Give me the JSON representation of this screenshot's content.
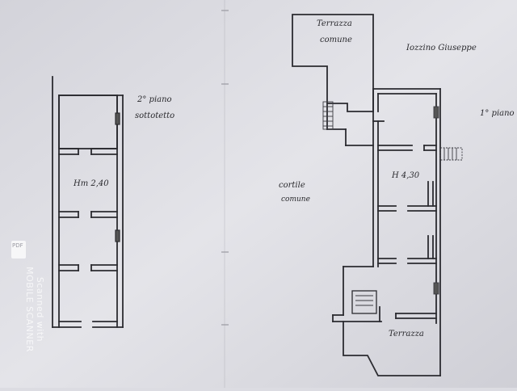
{
  "labels": {
    "terrace_top": "Terrazza",
    "terrace_top_2": "comune",
    "owner": "Iozzino Giuseppe",
    "floor_second": "2° piano",
    "floor_second_2": "sottotetto",
    "floor_first": "1° piano",
    "height_left": "Hm 2,40",
    "height_right": "H 4,30",
    "courtyard": "cortile",
    "courtyard_2": "comune",
    "terrace_bottom": "Terrazza"
  },
  "watermark": {
    "logo": "PDF",
    "line1": "Scanned with",
    "line2": "MOBILE SCANNER"
  },
  "colors": {
    "paper": "#dcdce2",
    "ink": "#2a2a2e",
    "watermark": "#ffffff"
  }
}
